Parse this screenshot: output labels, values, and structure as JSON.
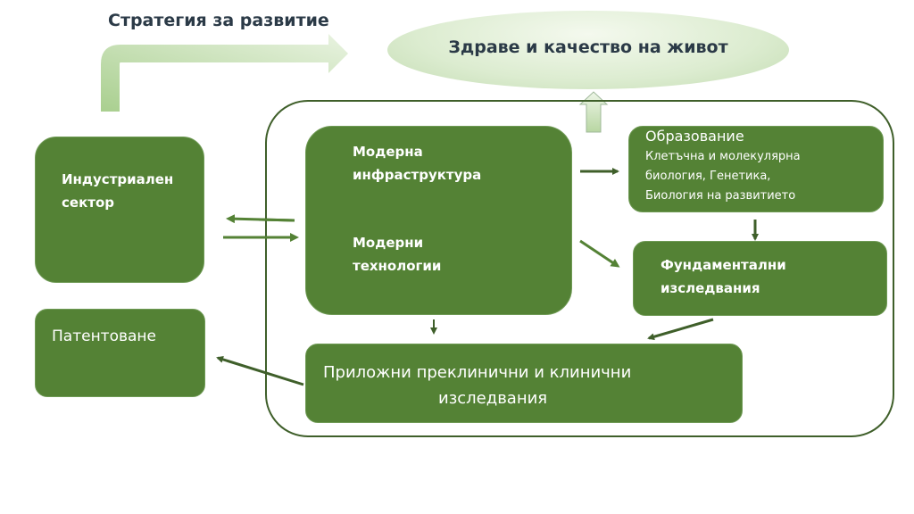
{
  "diagram": {
    "strategy_label": "Стратегия за развитие",
    "goal_label": "Здраве и качество на живот",
    "nodes": {
      "industrial": {
        "line1": "Индустриален",
        "line2": "сектор"
      },
      "patenting": {
        "label": "Патентоване"
      },
      "modern": {
        "infra_line1": "Модерна",
        "infra_line2": "инфраструктура",
        "tech_line1": "Модерни",
        "tech_line2": "технологии"
      },
      "education": {
        "title": "Образование",
        "line1": "Клетъчна и молекулярна",
        "line2": "биология, Генетика,",
        "line3": "Биология на развитието"
      },
      "fundamental": {
        "line1": "Фундаментални",
        "line2": "изследвания"
      },
      "applied": {
        "line1": "Приложни преклинични и клинични",
        "line2": "изследвания"
      }
    },
    "colors": {
      "box_fill": "#548235",
      "arrow": "#3f5f2a",
      "light_arrow": "#c9e0b8",
      "text_dark": "#2b3a47"
    }
  }
}
